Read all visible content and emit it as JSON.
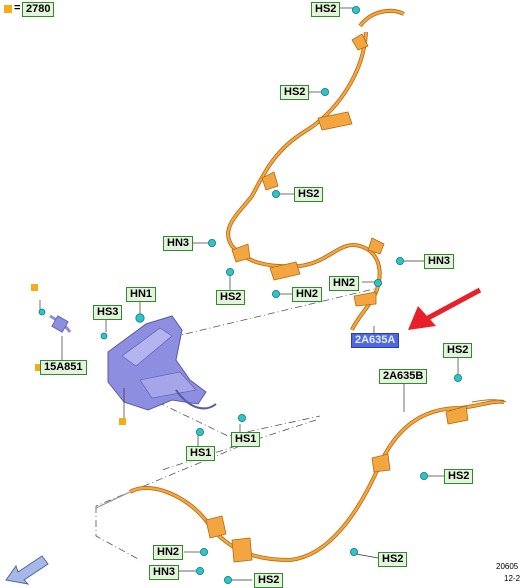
{
  "legend": {
    "equals": "=",
    "code": "2780"
  },
  "callouts": {
    "hs2_top": "HS2",
    "hs2_upper": "HS2",
    "hs2_mid": "HS2",
    "hn3_left": "HN3",
    "hs2_left": "HS2",
    "hn2_center": "HN2",
    "hn2_right": "HN2",
    "hn3_right": "HN3",
    "hn1": "HN1",
    "hs3": "HS3",
    "part_15a851": "15A851",
    "part_2a635a": "2A635A",
    "hs2_far_right": "HS2",
    "part_2a635b": "2A635B",
    "hs2_right_lower": "HS2",
    "hs1_a": "HS1",
    "hs1_b": "HS1",
    "hs2_bottom_mid": "HS2",
    "hn2_bottom": "HN2",
    "hn3_bottom": "HN3",
    "hs2_bottom": "HS2"
  },
  "footer": {
    "code_top": "20605",
    "code_bottom": "12-2"
  },
  "colors": {
    "cable": "#f3a640",
    "cable_dark": "#b56a12",
    "clip": "#2ec4c9",
    "assembly": "#8e8ee0",
    "callout_fill": "#e4f4dc",
    "callout_border": "#2f8a2a",
    "selected_fill": "#4f6ae0",
    "arrow": "#e8202a",
    "marker": "#f5ad17"
  },
  "icons": [
    "back-arrow-icon"
  ]
}
